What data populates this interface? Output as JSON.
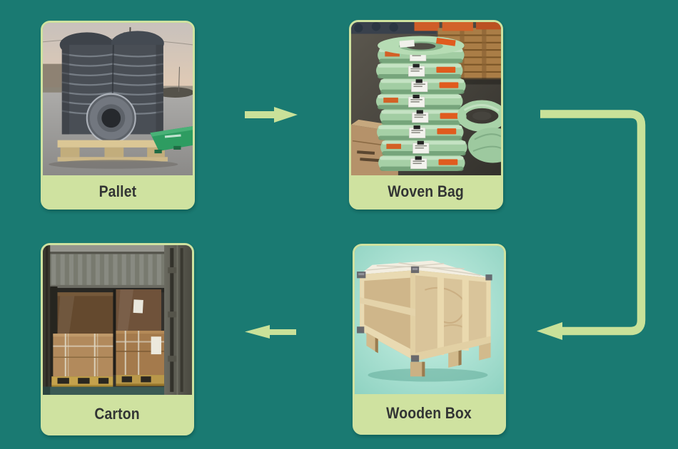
{
  "flow": {
    "steps": [
      {
        "id": "pallet",
        "label": "Pallet",
        "photo": "plastic-wrapped hose coils stacked on a wooden pallet in a factory yard"
      },
      {
        "id": "woven-bag",
        "label": "Woven Bag",
        "photo": "coils packed in green woven bags with orange and white labels stacked in a warehouse"
      },
      {
        "id": "wooden-box",
        "label": "Wooden Box",
        "photo": "plywood crate with battens and metal corner protectors on skid feet"
      },
      {
        "id": "carton",
        "label": "Carton",
        "photo": "strapped brown cartons on wooden pallets loaded inside a shipping container"
      }
    ],
    "arrows": [
      {
        "from": "Pallet",
        "to": "Woven Bag",
        "shape": "straight-right"
      },
      {
        "from": "Woven Bag",
        "to": "Wooden Box",
        "shape": "right-down-left-elbow"
      },
      {
        "from": "Wooden Box",
        "to": "Carton",
        "shape": "straight-left"
      }
    ]
  },
  "colors": {
    "background": "#1a7a72",
    "card_accent": "#cfe2a0",
    "arrow": "#c9e199",
    "label_text": "#323434"
  }
}
